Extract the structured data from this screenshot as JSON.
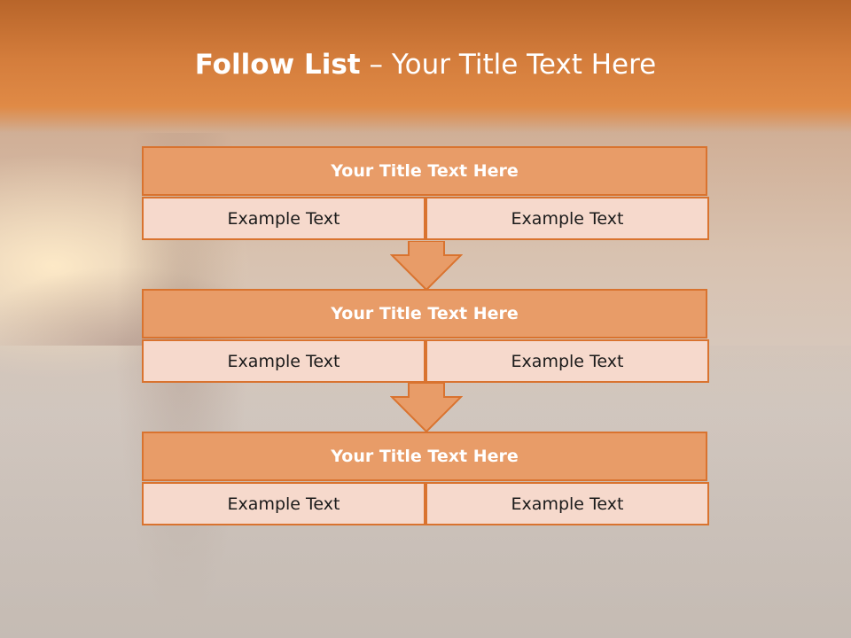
{
  "slide": {
    "title_bold": "Follow List",
    "title_rest": " – Your Title Text Here"
  },
  "blocks": [
    {
      "title": "Your Title Text Here",
      "left": "Example Text",
      "right": "Example Text"
    },
    {
      "title": "Your Title Text Here",
      "left": "Example Text",
      "right": "Example Text"
    },
    {
      "title": "Your Title Text Here",
      "left": "Example Text",
      "right": "Example Text"
    }
  ],
  "colors": {
    "header": "#d47d3c",
    "block_title_fill": "#e89c68",
    "block_border": "#d9732f",
    "cell_fill": "#f6d9cc"
  },
  "icons": {
    "connector": "down-arrow-icon"
  }
}
